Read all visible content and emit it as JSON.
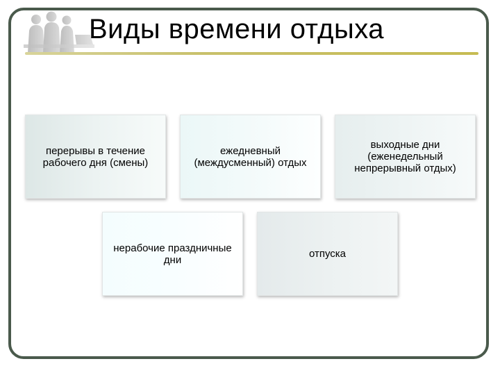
{
  "slide": {
    "title": "Виды времени отдыха",
    "boxes": [
      {
        "text": "перерывы в течение рабочего дня (смены)"
      },
      {
        "text": "ежедневный (междусменный) отдых"
      },
      {
        "text": "выходные дни (еженедельный непрерывный отдых)"
      },
      {
        "text": "нерабочие праздничные дни"
      },
      {
        "text": "отпуска"
      }
    ]
  },
  "colors": {
    "frame_border": "#4a5a4c",
    "title_rule": "#c6bb52",
    "silhouette": "#c8c8c8"
  },
  "icons": {
    "header_graphic": "people-silhouette-icon"
  }
}
